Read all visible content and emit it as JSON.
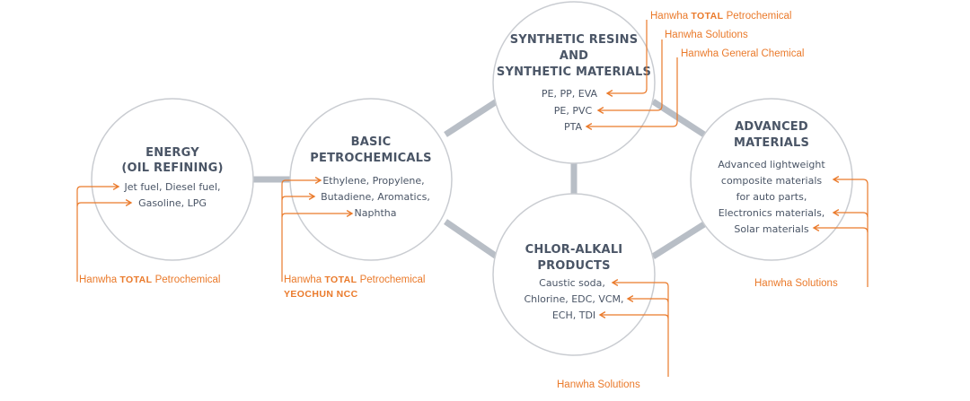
{
  "colors": {
    "accent": "#ea7a2b",
    "connector": "#b8bec6",
    "circle_stroke": "#c9ccd1",
    "text": "#4a5566"
  },
  "nodes": {
    "energy": {
      "title": [
        "ENERGY",
        "(OIL REFINING)"
      ],
      "items": [
        "Jet fuel, Diesel fuel,",
        "Gasoline, LPG"
      ],
      "company": {
        "prefix": "Hanwha ",
        "strong": "TOTAL",
        "suffix": " Petrochemical"
      }
    },
    "basic": {
      "title": [
        "BASIC",
        "PETROCHEMICALS"
      ],
      "items": [
        "Ethylene, Propylene,",
        "Butadiene, Aromatics,",
        "Naphtha"
      ],
      "company": {
        "prefix": "Hanwha ",
        "strong": "TOTAL",
        "suffix": " Petrochemical"
      },
      "company2": "YEOCHUN NCC"
    },
    "resins": {
      "title": [
        "SYNTHETIC RESINS",
        "AND",
        "SYNTHETIC MATERIALS"
      ],
      "items": [
        "PE, PP, EVA",
        "PE, PVC",
        "PTA"
      ],
      "companies": [
        {
          "prefix": "Hanwha ",
          "strong": "TOTAL",
          "suffix": " Petrochemical"
        },
        {
          "prefix": "Hanwha Solutions",
          "strong": "",
          "suffix": ""
        },
        {
          "prefix": "Hanwha General Chemical",
          "strong": "",
          "suffix": ""
        }
      ]
    },
    "chlor": {
      "title": [
        "CHLOR-ALKALI",
        "PRODUCTS"
      ],
      "items": [
        "Caustic soda,",
        "Chlorine, EDC, VCM,",
        "ECH, TDI"
      ],
      "company": "Hanwha Solutions"
    },
    "advanced": {
      "title": [
        "ADVANCED",
        "MATERIALS"
      ],
      "items": [
        "Advanced lightweight",
        "composite materials",
        "for auto parts,",
        "Electronics materials,",
        "Solar materials"
      ],
      "company": "Hanwha Solutions"
    }
  }
}
